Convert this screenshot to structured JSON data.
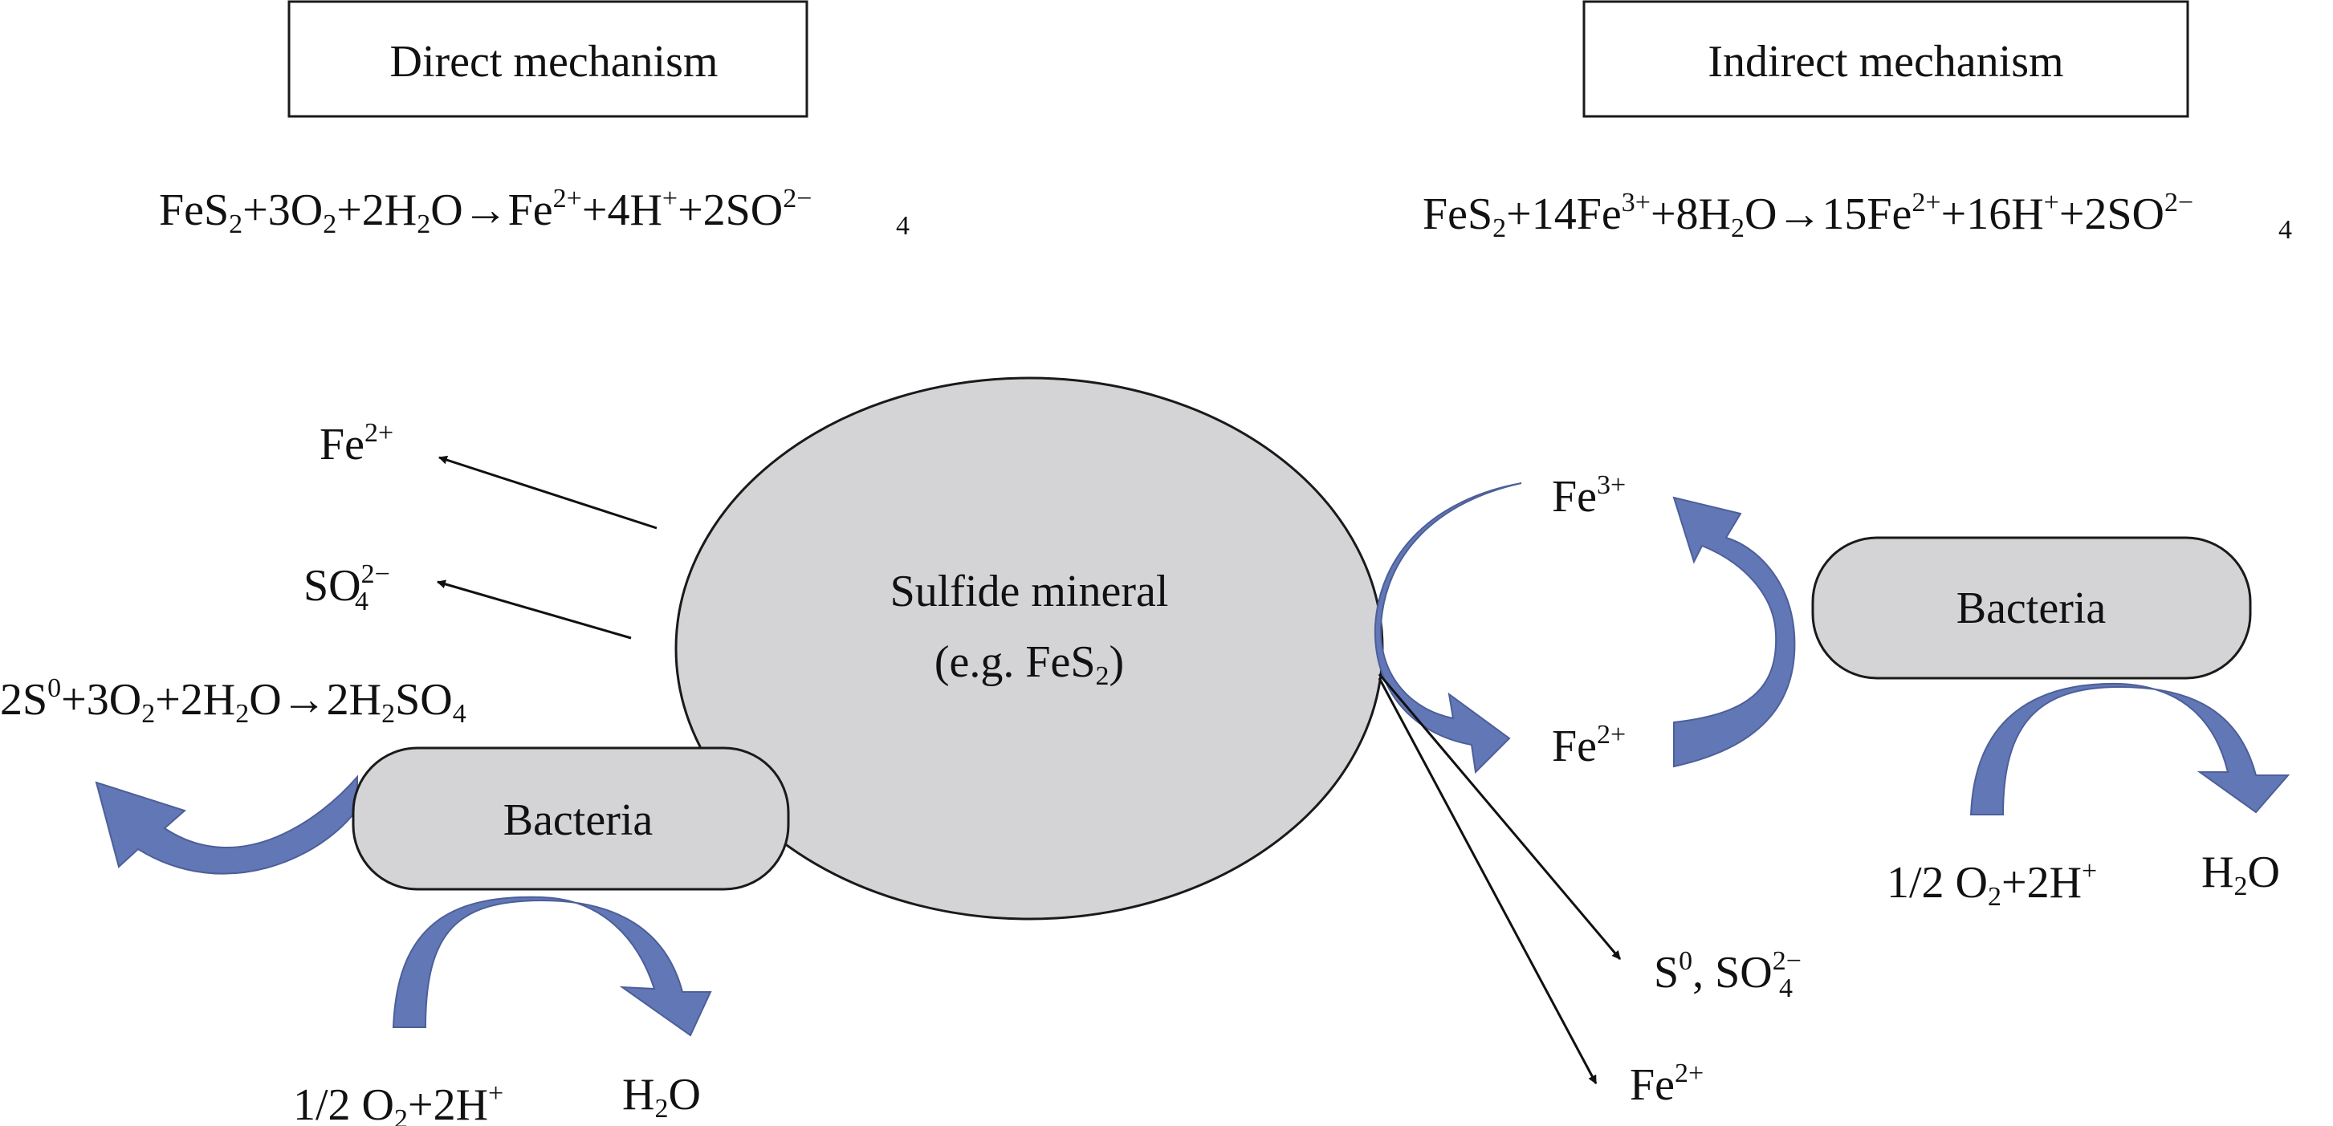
{
  "colors": {
    "shape_fill": "#d4d3d6",
    "arrow_fill": "#6277b6",
    "stroke": "#1a1a1a"
  },
  "direct": {
    "title": "Direct mechanism",
    "equation": {
      "p1": "FeS",
      "s1": "2",
      "p2": "+3O",
      "s2": "2",
      "p3": "+2H",
      "s3": "2",
      "p4": "O→Fe",
      "sup1": "2+",
      "p5": "+4H",
      "sup2": "+",
      "p6": "+2SO",
      "sup3": "2−",
      "sub4": "4"
    },
    "product_fe": {
      "base": "Fe",
      "sup": "2+"
    },
    "product_so4": {
      "base": "SO",
      "sup": "2−",
      "sub": "4"
    },
    "sulfur_equation": {
      "p1": "2S",
      "sup1": "0",
      "p2": "+3O",
      "s1": "2",
      "p3": "+2H",
      "s2": "2",
      "p4": "O→2H",
      "s3": "2",
      "p5": "SO",
      "s4": "4"
    },
    "bacteria_label": "Bacteria",
    "o2": {
      "p1": "1/2 O",
      "s1": "2",
      "p2": "+2H",
      "sup1": "+"
    },
    "water": {
      "p1": "H",
      "s1": "2",
      "p2": "O"
    }
  },
  "mineral": {
    "line1": "Sulfide mineral",
    "line2_prefix": "(e.g. FeS",
    "line2_sub": "2",
    "line2_suffix": ")"
  },
  "indirect": {
    "title": "Indirect mechanism",
    "equation": {
      "p1": "FeS",
      "s1": "2",
      "p2": "+14Fe",
      "sup1": "3+",
      "p3": "+8H",
      "s2": "2",
      "p4": "O→15Fe",
      "sup2": "2+",
      "p5": "+16H",
      "sup3": "+",
      "p6": "+2SO",
      "sup4": "2−",
      "sub4": "4"
    },
    "fe3": {
      "base": "Fe",
      "sup": "3+"
    },
    "fe2": {
      "base": "Fe",
      "sup": "2+"
    },
    "bacteria_label": "Bacteria",
    "o2": {
      "p1": "1/2  O",
      "s1": "2",
      "p2": "+2H",
      "sup1": "+"
    },
    "water": {
      "p1": "H",
      "s1": "2",
      "p2": "O"
    },
    "products_s": {
      "p1": "S",
      "sup1": "0",
      "p2": ", SO",
      "sup2": "2−",
      "sub2": "4"
    },
    "products_fe": {
      "base": "Fe",
      "sup": "2+"
    }
  }
}
